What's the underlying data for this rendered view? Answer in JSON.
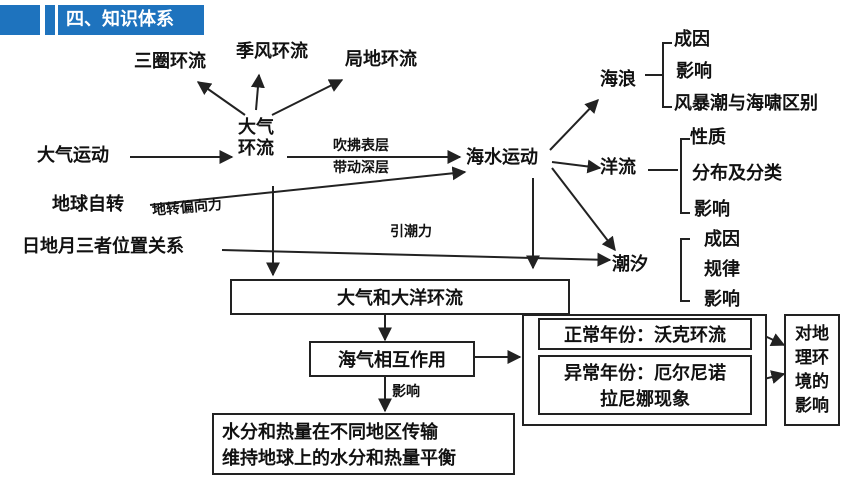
{
  "header": {
    "title": "四、知识体系"
  },
  "nodes": {
    "daqi_yundong": "大气运动",
    "diqiu_zizhuan": "地球自转",
    "dizhuan_pianxiangli": "地转偏向力",
    "ri_di_yue": "日地月三者位置关系",
    "daqi_huanliu_line1": "大气",
    "daqi_huanliu_line2": "环流",
    "sanquan": "三圈环流",
    "jifeng": "季风环流",
    "judi": "局地环流",
    "chuifu_biaoceng": "吹拂表层",
    "daidong_shenceng": "带动深层",
    "haishui_yundong": "海水运动",
    "yinchaoli": "引潮力",
    "hailang": "海浪",
    "hailang_chengyin": "成因",
    "hailang_yingxiang": "影响",
    "hailang_fengbao": "风暴潮与海啸区别",
    "yangliu": "洋流",
    "yangliu_xingzhi": "性质",
    "yangliu_fenbu": "分布及分类",
    "yangliu_yingxiang": "影响",
    "chaoxi": "潮汐",
    "chaoxi_chengyin": "成因",
    "chaoxi_guilv": "规律",
    "chaoxi_yingxiang": "影响",
    "daqi_dayang_huanliu": "大气和大洋环流",
    "haiqi_xianghu": "海气相互作用",
    "yingxiang_label": "影响",
    "result_line1": "水分和热量在不同地区传输",
    "result_line2": "维持地球上的水分和热量平衡",
    "zhengchang": "正常年份：沃克环流",
    "yichang_line1": "异常年份：厄尔尼诺",
    "yichang_line2": "拉尼娜现象",
    "duidili_line1": "对地",
    "duidili_line2": "理环",
    "duidili_line3": "境的",
    "duidili_line4": "影响"
  },
  "colors": {
    "header": "#1E73BE",
    "line": "#222222"
  }
}
